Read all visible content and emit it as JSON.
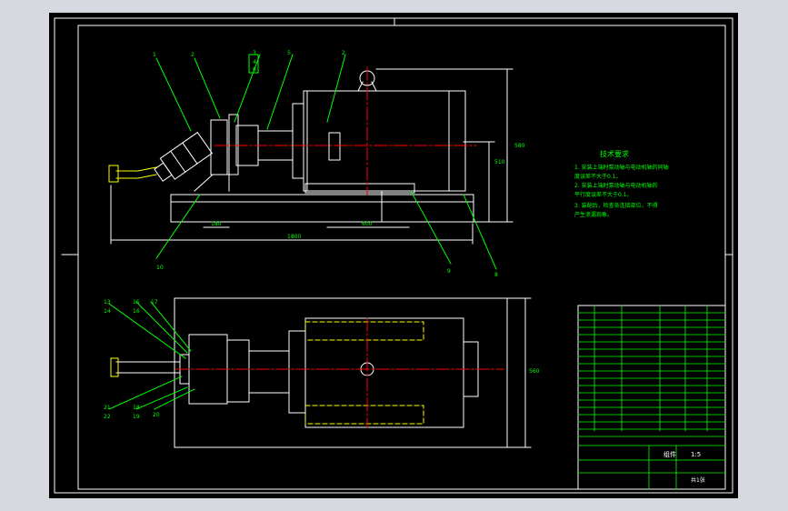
{
  "drawing": {
    "tech_requirements": {
      "title": "技术要求",
      "lines": [
        "1. 安装上端时泵动轴与电动机轴的同轴",
        "   度误差不大于0.1。",
        "2. 安装上端时泵动轴与电动机轴的",
        "   平行度误差不大于0.1。",
        "3. 装配后，检查各连接部位，不得",
        "   产生渗漏现象。"
      ]
    },
    "dimensions": {
      "motor_height": "580",
      "shaft_height": "510",
      "left_width": "180",
      "mid_width": "600",
      "overall_length": "1800",
      "plan_height": "560"
    },
    "balloons": {
      "top": [
        "1",
        "2",
        "3",
        "4",
        "5",
        "6",
        "2"
      ],
      "lower_top": [
        "10",
        "9",
        "8"
      ],
      "plan_left": [
        "13",
        "14",
        "15",
        "16",
        "17",
        "21",
        "22",
        "18",
        "19",
        "20"
      ]
    },
    "title_block": {
      "drawing_name": "组件",
      "scale": "1:5",
      "sheet": "共1张"
    }
  }
}
